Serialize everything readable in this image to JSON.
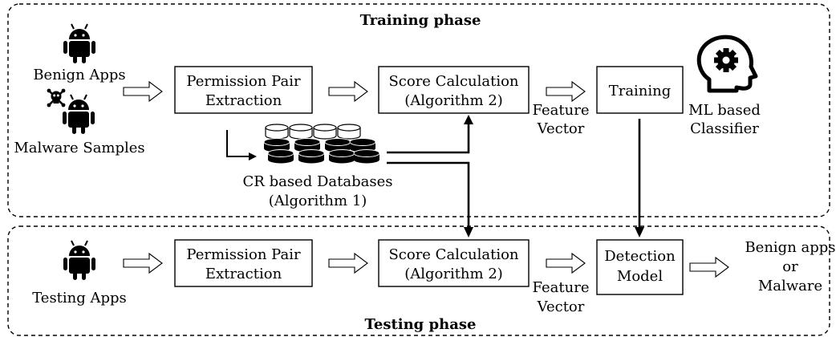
{
  "training_phase": {
    "title": "Training phase",
    "inputs": [
      "Benign Apps",
      "Malware Samples"
    ],
    "extraction_box": [
      "Permission Pair",
      "Extraction"
    ],
    "score_box": [
      "Score Calculation",
      "(Algorithm 2)"
    ],
    "feature_label": [
      "Feature",
      "Vector"
    ],
    "training_box": "Training",
    "classifier_label": [
      "ML based",
      "Classifier"
    ],
    "database_label": [
      "CR based Databases",
      "(Algorithm 1)"
    ]
  },
  "testing_phase": {
    "title": "Testing phase",
    "input": "Testing Apps",
    "extraction_box": [
      "Permission Pair",
      "Extraction"
    ],
    "score_box": [
      "Score Calculation",
      "(Algorithm 2)"
    ],
    "feature_label": [
      "Feature",
      "Vector"
    ],
    "detection_box": [
      "Detection",
      "Model"
    ],
    "output_label": [
      "Benign apps",
      "or",
      "Malware"
    ]
  },
  "icons": {
    "app_icon": "android-robot-icon",
    "malware_icon": "skull-crossbones-icon",
    "database_icon": "database-stack-icon",
    "classifier_icon": "head-with-gear-icon"
  }
}
